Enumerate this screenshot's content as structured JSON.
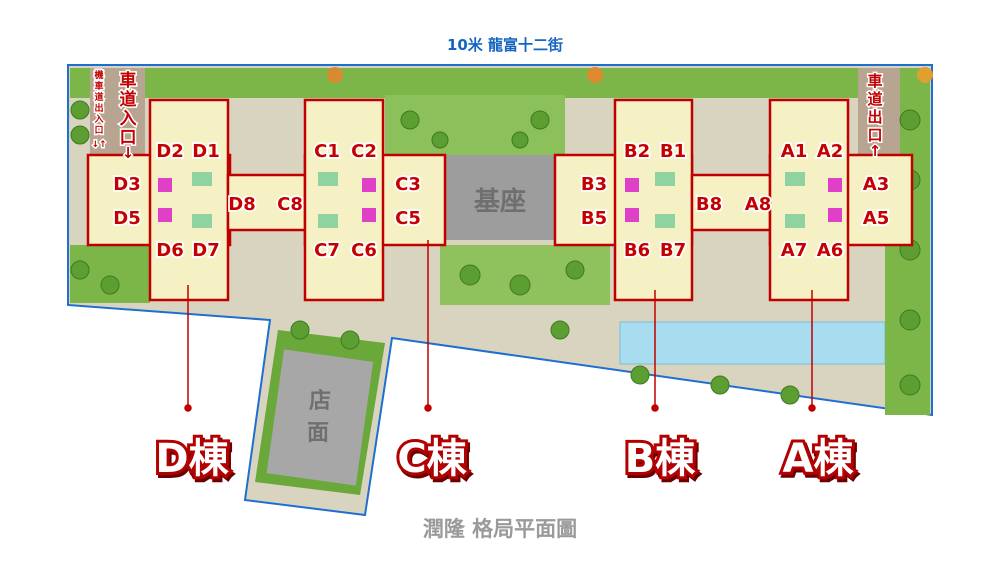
{
  "road_label": "10米 龍富十二街",
  "title": "潤隆 格局平面圖",
  "entrance": {
    "car_entry": [
      "車",
      "道",
      "入",
      "口"
    ],
    "car_entry_arrow": "↓",
    "moto_entry": [
      "機",
      "車",
      "道",
      "出",
      "入",
      "口"
    ],
    "moto_arrow": "↓↑",
    "car_exit": [
      "車",
      "道",
      "出",
      "口"
    ],
    "car_exit_arrow": "↑"
  },
  "podium_label": "基座",
  "shop_label": [
    "店",
    "面"
  ],
  "buildings": [
    {
      "label": "D棟",
      "units": [
        "D1",
        "D2",
        "D3",
        "D5",
        "D6",
        "D7",
        "D8"
      ]
    },
    {
      "label": "C棟",
      "units": [
        "C1",
        "C2",
        "C3",
        "C5",
        "C6",
        "C7",
        "C8"
      ]
    },
    {
      "label": "B棟",
      "units": [
        "B1",
        "B2",
        "B3",
        "B5",
        "B6",
        "B7",
        "B8"
      ]
    },
    {
      "label": "A棟",
      "units": [
        "A1",
        "A2",
        "A3",
        "A5",
        "A6",
        "A7",
        "A8"
      ]
    }
  ],
  "colors": {
    "unit_label": "#c40000",
    "boundary": "#1e6fd0",
    "road_label": "#1565c0",
    "floor": "#f6f1c4",
    "stair": "#e040c8",
    "lawn": "#6aa83a",
    "pool": "#a8dcef"
  }
}
